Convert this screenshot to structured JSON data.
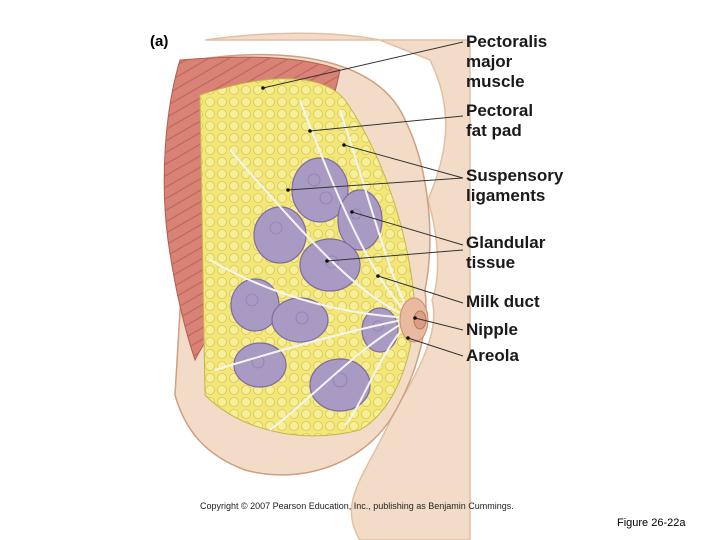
{
  "figure": {
    "panel_tag": "(a)",
    "labels": [
      {
        "id": "pectoralis-major-muscle",
        "lines": [
          "Pectoralis",
          "major",
          "muscle"
        ]
      },
      {
        "id": "pectoral-fat-pad",
        "lines": [
          "Pectoral",
          "fat pad"
        ]
      },
      {
        "id": "suspensory-ligaments",
        "lines": [
          "Suspensory",
          "ligaments"
        ]
      },
      {
        "id": "glandular-tissue",
        "lines": [
          "Glandular",
          "tissue"
        ]
      },
      {
        "id": "milk-duct",
        "lines": [
          "Milk duct"
        ]
      },
      {
        "id": "nipple",
        "lines": [
          "Nipple"
        ]
      },
      {
        "id": "areola",
        "lines": [
          "Areola"
        ]
      }
    ],
    "copyright": "Copyright © 2007 Pearson Education, Inc., publishing as Benjamin Cummings.",
    "figure_id": "Figure 26-22a"
  },
  "colors": {
    "skin": "#f3dcc7",
    "muscle": "#d98276",
    "fat": "#f3e77a",
    "gland": "#a99ac4",
    "ligament": "#f4f4f4",
    "leader_line": "#333333"
  }
}
